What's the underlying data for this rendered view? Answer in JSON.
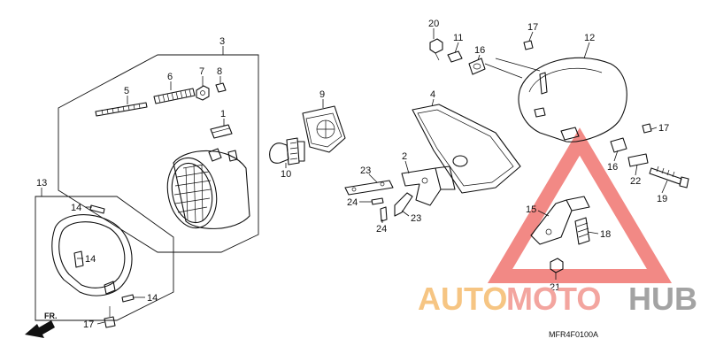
{
  "diagram_code": "MFR4F0100A",
  "front_label": "FR.",
  "watermark": {
    "part1": "AUTO",
    "part2": "MOTO",
    "part3": "HUB"
  },
  "callouts": {
    "c1": "1",
    "c2": "2",
    "c3": "3",
    "c4": "4",
    "c5": "5",
    "c6": "6",
    "c7": "7",
    "c8": "8",
    "c9": "9",
    "c10": "10",
    "c11": "11",
    "c12": "12",
    "c13": "13",
    "c14a": "14",
    "c14b": "14",
    "c14c": "14",
    "c15": "15",
    "c16a": "16",
    "c16b": "16",
    "c17a": "17",
    "c17b": "17",
    "c17c": "17",
    "c18": "18",
    "c19": "19",
    "c20": "20",
    "c21": "21",
    "c22": "22",
    "c23a": "23",
    "c23b": "23",
    "c24a": "24",
    "c24b": "24"
  },
  "colors": {
    "watermark_orange": "#f6c583",
    "watermark_red": "#f3a59f",
    "watermark_gray": "#a3a3a3",
    "triangle": "#ef6b66"
  }
}
